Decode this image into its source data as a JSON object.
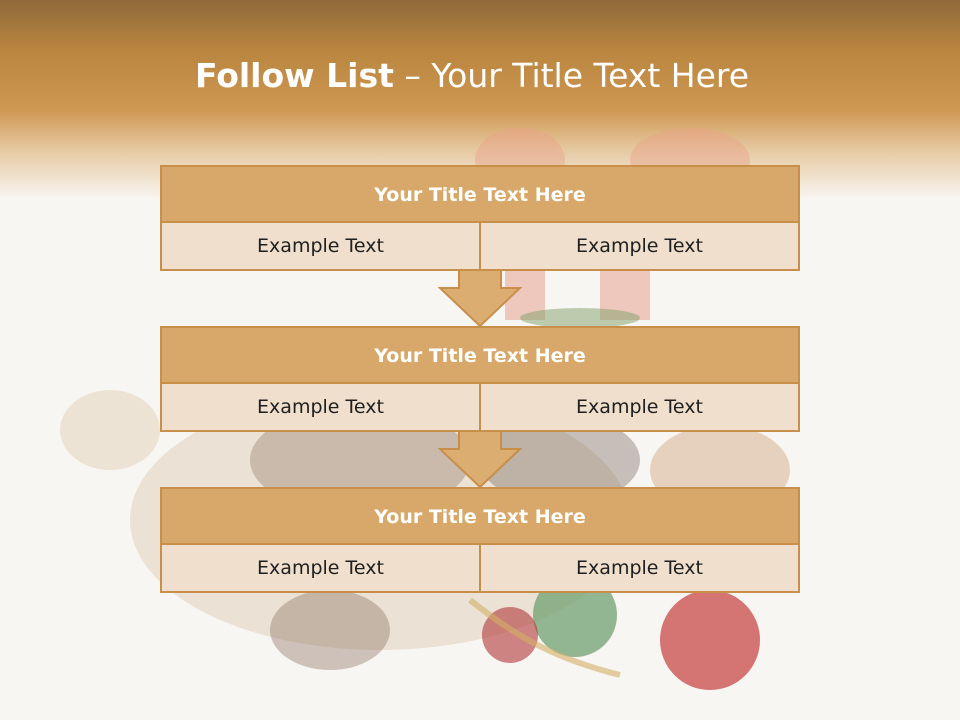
{
  "slide": {
    "title_bold": "Follow List",
    "title_rest": " – Your Title Text Here"
  },
  "blocks": [
    {
      "title": "Your Title Text Here",
      "left": "Example Text",
      "right": "Example Text"
    },
    {
      "title": "Your Title Text Here",
      "left": "Example Text",
      "right": "Example Text"
    },
    {
      "title": "Your Title Text Here",
      "left": "Example Text",
      "right": "Example Text"
    }
  ],
  "colors": {
    "header_brown": "#b9853f",
    "block_title": "#d8a86a",
    "block_body": "#efdfcc",
    "border": "#c88f4b"
  }
}
